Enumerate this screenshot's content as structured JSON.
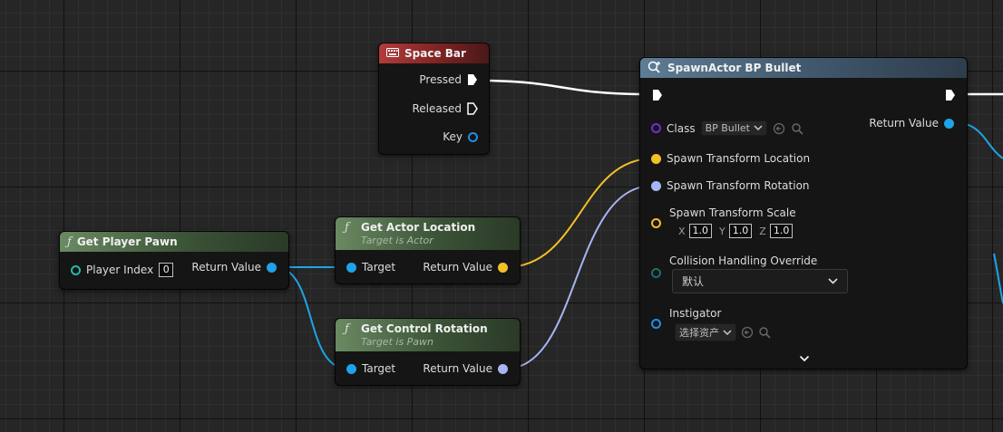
{
  "nodes": {
    "space_bar": {
      "title": "Space Bar",
      "pins": {
        "pressed": "Pressed",
        "released": "Released",
        "key": "Key"
      }
    },
    "spawn_actor": {
      "title": "SpawnActor BP Bullet",
      "class_label": "Class",
      "class_value": "BP Bullet",
      "return_value": "Return Value",
      "location": "Spawn Transform Location",
      "rotation": "Spawn Transform Rotation",
      "scale": "Spawn Transform Scale",
      "scale_x_label": "X",
      "scale_x": "1.0",
      "scale_y_label": "Y",
      "scale_y": "1.0",
      "scale_z_label": "Z",
      "scale_z": "1.0",
      "collision": "Collision Handling Override",
      "collision_value": "默认",
      "instigator": "Instigator",
      "instigator_value": "选择资产"
    },
    "get_player_pawn": {
      "title": "Get Player Pawn",
      "player_index_label": "Player Index",
      "player_index_value": "0",
      "return_value": "Return Value"
    },
    "get_actor_location": {
      "title": "Get Actor Location",
      "subtitle": "Target is Actor",
      "target": "Target",
      "return_value": "Return Value"
    },
    "get_control_rotation": {
      "title": "Get Control Rotation",
      "subtitle": "Target is Pawn",
      "target": "Target",
      "return_value": "Return Value"
    }
  },
  "colors": {
    "exec_wire": "#ffffff",
    "object_wire": "#1fa3e6",
    "vector_wire": "#f3c126",
    "rotator_wire": "#a7b4f5"
  },
  "icons": {
    "function": "function-icon",
    "keyboard": "keyboard-icon",
    "spawn": "spawn-actor-icon"
  }
}
